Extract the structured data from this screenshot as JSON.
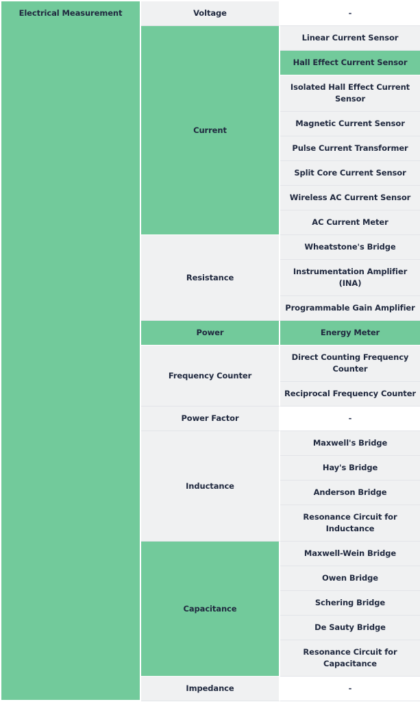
{
  "theme": {
    "highlight_green": "#72CA9B",
    "cell_gray": "#F0F1F2",
    "blank_white": "#FFFFFF",
    "text_navy": "#20293F",
    "divider": "#E2E4E8"
  },
  "domain": {
    "label": "Electrical Measurement"
  },
  "rows": [
    {
      "quantity": "Voltage",
      "quantity_highlight": false,
      "method": "-",
      "method_highlight": false,
      "method_blank": true,
      "lines": 1,
      "quantity_rowspan": 1
    },
    {
      "quantity": "Current",
      "quantity_highlight": true,
      "method": "Linear Current Sensor",
      "method_highlight": false,
      "method_blank": false,
      "lines": 1,
      "quantity_rowspan": 8
    },
    {
      "quantity": null,
      "quantity_highlight": true,
      "method": "Hall Effect Current Sensor",
      "method_highlight": true,
      "method_blank": false,
      "lines": 1
    },
    {
      "quantity": null,
      "quantity_highlight": true,
      "method": "Isolated Hall Effect Current Sensor",
      "method_highlight": false,
      "method_blank": false,
      "lines": 2
    },
    {
      "quantity": null,
      "quantity_highlight": true,
      "method": "Magnetic Current Sensor",
      "method_highlight": false,
      "method_blank": false,
      "lines": 1
    },
    {
      "quantity": null,
      "quantity_highlight": true,
      "method": "Pulse Current Transformer",
      "method_highlight": false,
      "method_blank": false,
      "lines": 1
    },
    {
      "quantity": null,
      "quantity_highlight": true,
      "method": "Split Core Current Sensor",
      "method_highlight": false,
      "method_blank": false,
      "lines": 1
    },
    {
      "quantity": null,
      "quantity_highlight": true,
      "method": "Wireless AC Current Sensor",
      "method_highlight": false,
      "method_blank": false,
      "lines": 1
    },
    {
      "quantity": null,
      "quantity_highlight": true,
      "method": "AC Current Meter",
      "method_highlight": false,
      "method_blank": false,
      "lines": 1
    },
    {
      "quantity": "Resistance",
      "quantity_highlight": false,
      "method": "Wheatstone's Bridge",
      "method_highlight": false,
      "method_blank": false,
      "lines": 1,
      "quantity_rowspan": 3
    },
    {
      "quantity": null,
      "quantity_highlight": false,
      "method": "Instrumentation Amplifier (INA)",
      "method_highlight": false,
      "method_blank": false,
      "lines": 2
    },
    {
      "quantity": null,
      "quantity_highlight": false,
      "method": "Programmable Gain Amplifier",
      "method_highlight": false,
      "method_blank": false,
      "lines": 1
    },
    {
      "quantity": "Power",
      "quantity_highlight": true,
      "method": "Energy Meter",
      "method_highlight": true,
      "method_blank": false,
      "lines": 1,
      "quantity_rowspan": 1
    },
    {
      "quantity": "Frequency Counter",
      "quantity_highlight": false,
      "method": "Direct Counting Frequency Counter",
      "method_highlight": false,
      "method_blank": false,
      "lines": 2,
      "quantity_rowspan": 2
    },
    {
      "quantity": null,
      "quantity_highlight": false,
      "method": "Reciprocal Frequency Counter",
      "method_highlight": false,
      "method_blank": false,
      "lines": 1
    },
    {
      "quantity": "Power Factor",
      "quantity_highlight": false,
      "method": "-",
      "method_highlight": false,
      "method_blank": true,
      "lines": 1,
      "quantity_rowspan": 1
    },
    {
      "quantity": "Inductance",
      "quantity_highlight": false,
      "method": "Maxwell's Bridge",
      "method_highlight": false,
      "method_blank": false,
      "lines": 1,
      "quantity_rowspan": 4
    },
    {
      "quantity": null,
      "quantity_highlight": false,
      "method": "Hay's Bridge",
      "method_highlight": false,
      "method_blank": false,
      "lines": 1
    },
    {
      "quantity": null,
      "quantity_highlight": false,
      "method": "Anderson Bridge",
      "method_highlight": false,
      "method_blank": false,
      "lines": 1
    },
    {
      "quantity": null,
      "quantity_highlight": false,
      "method": "Resonance Circuit for Inductance",
      "method_highlight": false,
      "method_blank": false,
      "lines": 2
    },
    {
      "quantity": "Capacitance",
      "quantity_highlight": true,
      "method": "Maxwell-Wein Bridge",
      "method_highlight": false,
      "method_blank": false,
      "lines": 1,
      "quantity_rowspan": 5
    },
    {
      "quantity": null,
      "quantity_highlight": true,
      "method": "Owen Bridge",
      "method_highlight": false,
      "method_blank": false,
      "lines": 1
    },
    {
      "quantity": null,
      "quantity_highlight": true,
      "method": "Schering Bridge",
      "method_highlight": false,
      "method_blank": false,
      "lines": 1
    },
    {
      "quantity": null,
      "quantity_highlight": true,
      "method": "De Sauty Bridge",
      "method_highlight": false,
      "method_blank": false,
      "lines": 1
    },
    {
      "quantity": null,
      "quantity_highlight": true,
      "method": "Resonance Circuit for Capacitance",
      "method_highlight": false,
      "method_blank": false,
      "lines": 2
    },
    {
      "quantity": "Impedance",
      "quantity_highlight": false,
      "method": "-",
      "method_highlight": false,
      "method_blank": true,
      "lines": 1,
      "quantity_rowspan": 1
    }
  ]
}
